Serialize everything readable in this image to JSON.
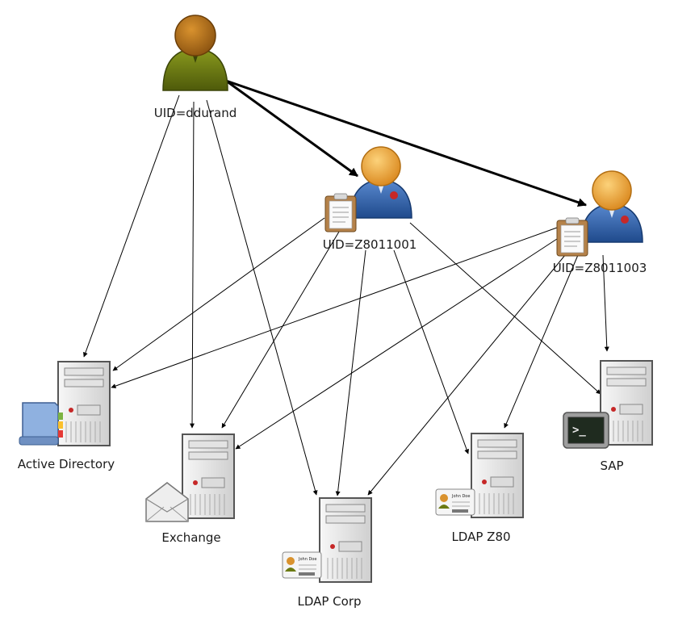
{
  "nodes": {
    "user": {
      "label": "UID=ddurand",
      "icon": "person-green-icon"
    },
    "account1": {
      "label": "UID=Z8011001",
      "icon": "person-blue-icon"
    },
    "account3": {
      "label": "UID=Z8011003",
      "icon": "person-blue-icon"
    },
    "active_directory": {
      "label": "Active Directory",
      "icon": "server-address-book-icon"
    },
    "exchange": {
      "label": "Exchange",
      "icon": "server-mail-icon"
    },
    "ldap_corp": {
      "label": "LDAP Corp",
      "icon": "server-id-card-icon"
    },
    "ldap_z80": {
      "label": "LDAP Z80",
      "icon": "server-id-card-icon"
    },
    "sap": {
      "label": "SAP",
      "icon": "server-terminal-icon"
    }
  },
  "card_text": "John Doe",
  "terminal_prompt": ">_",
  "edges": [
    {
      "from": "user",
      "to": "account1",
      "style": "bold"
    },
    {
      "from": "user",
      "to": "account3",
      "style": "bold"
    },
    {
      "from": "user",
      "to": "active_directory",
      "style": "thin"
    },
    {
      "from": "user",
      "to": "exchange",
      "style": "thin"
    },
    {
      "from": "user",
      "to": "ldap_corp",
      "style": "thin"
    },
    {
      "from": "account1",
      "to": "active_directory",
      "style": "thin"
    },
    {
      "from": "account1",
      "to": "exchange",
      "style": "thin"
    },
    {
      "from": "account1",
      "to": "ldap_corp",
      "style": "thin"
    },
    {
      "from": "account1",
      "to": "ldap_z80",
      "style": "thin"
    },
    {
      "from": "account1",
      "to": "sap",
      "style": "thin"
    },
    {
      "from": "account3",
      "to": "active_directory",
      "style": "thin"
    },
    {
      "from": "account3",
      "to": "exchange",
      "style": "thin"
    },
    {
      "from": "account3",
      "to": "ldap_corp",
      "style": "thin"
    },
    {
      "from": "account3",
      "to": "ldap_z80",
      "style": "thin"
    },
    {
      "from": "account3",
      "to": "sap",
      "style": "thin"
    }
  ],
  "colors": {
    "person_green": "#6b7a12",
    "person_blue": "#2d5fa8",
    "head": "#f0a232",
    "server": "#e6e6e6",
    "edge": "#000000"
  }
}
